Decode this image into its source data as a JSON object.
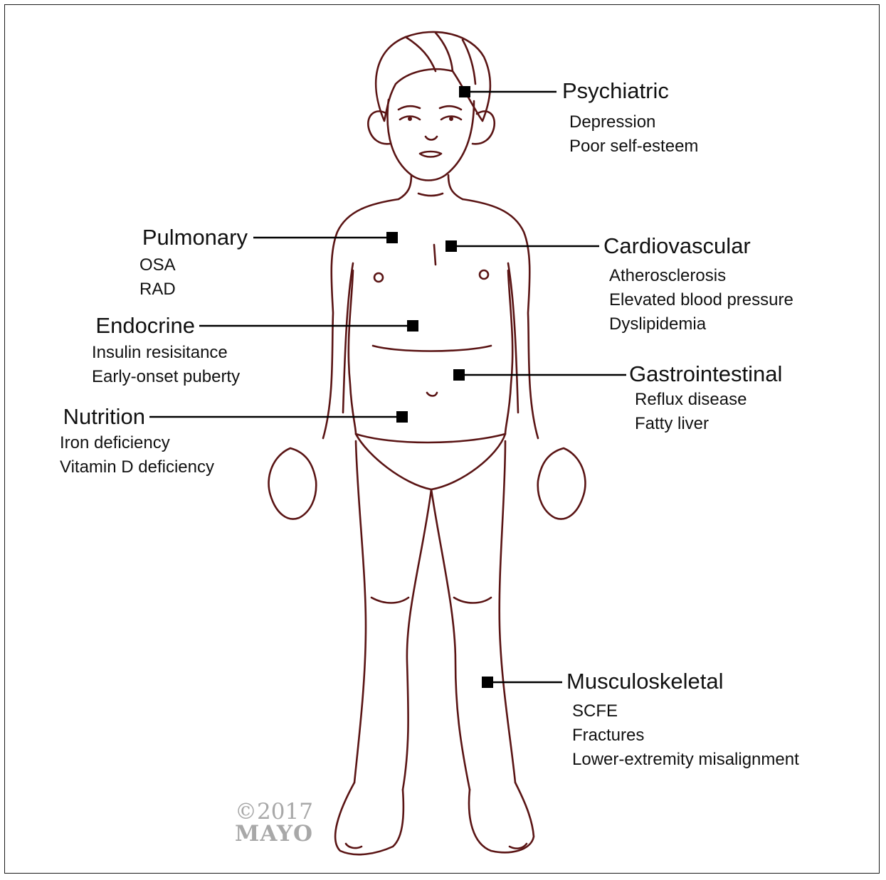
{
  "figure": {
    "outline_color": "#5a1414",
    "marker_color": "#000000",
    "text_color": "#111111",
    "watermark_color": "#a8a8a8"
  },
  "categories": [
    {
      "id": "psychiatric",
      "title": "Psychiatric",
      "items": [
        "Depression",
        "Poor self-esteem"
      ]
    },
    {
      "id": "pulmonary",
      "title": "Pulmonary",
      "items": [
        "OSA",
        "RAD"
      ]
    },
    {
      "id": "cardiovascular",
      "title": "Cardiovascular",
      "items": [
        "Atherosclerosis",
        "Elevated blood pressure",
        "Dyslipidemia"
      ]
    },
    {
      "id": "endocrine",
      "title": "Endocrine",
      "items": [
        "Insulin resisitance",
        "Early-onset puberty"
      ]
    },
    {
      "id": "gastrointestinal",
      "title": "Gastrointestinal",
      "items": [
        "Reflux disease",
        "Fatty liver"
      ]
    },
    {
      "id": "nutrition",
      "title": "Nutrition",
      "items": [
        "Iron deficiency",
        "Vitamin D deficiency"
      ]
    },
    {
      "id": "musculoskeletal",
      "title": "Musculoskeletal",
      "items": [
        "SCFE",
        "Fractures",
        "Lower-extremity misalignment"
      ]
    }
  ],
  "watermark": {
    "year_text": "©2017",
    "brand_text": "MAYO"
  }
}
